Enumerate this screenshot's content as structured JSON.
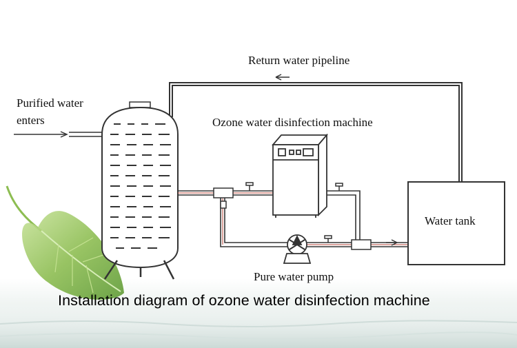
{
  "labels": {
    "purified_line1": "Purified water",
    "purified_line2": "enters",
    "return_pipeline": "Return water pipeline",
    "machine": "Ozone water disinfection machine",
    "water_tank": "Water tank",
    "pump": "Pure water pump"
  },
  "caption": "Installation diagram of ozone water disinfection machine",
  "colors": {
    "line": "#333333",
    "pipe_tint": "#b84a3c",
    "leaf": "#7fb24a",
    "water": "#dfe8e6"
  },
  "icons": [
    "leaf-decoration",
    "water-reflection",
    "flow-arrow-left",
    "flow-arrow-right"
  ]
}
